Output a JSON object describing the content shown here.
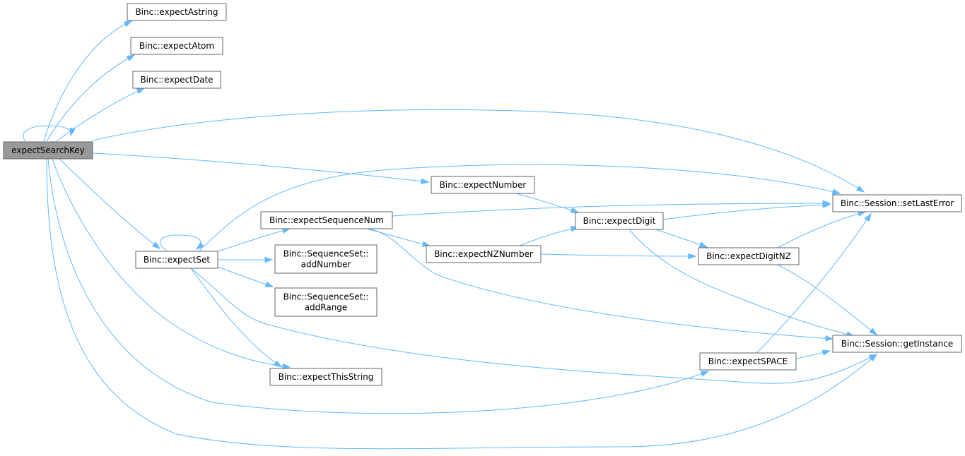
{
  "colors": {
    "edge": "#63b8ff",
    "node_border": "#666666",
    "root_fill": "#999999",
    "node_fill": "#ffffff"
  },
  "nodes": [
    {
      "id": "expectSearchKey",
      "lines": [
        "expectSearchKey"
      ],
      "root": true
    },
    {
      "id": "expectAstring",
      "lines": [
        "Binc::expectAstring"
      ]
    },
    {
      "id": "expectAtom",
      "lines": [
        "Binc::expectAtom"
      ]
    },
    {
      "id": "expectDate",
      "lines": [
        "Binc::expectDate"
      ]
    },
    {
      "id": "expectNumber",
      "lines": [
        "Binc::expectNumber"
      ]
    },
    {
      "id": "expectSet",
      "lines": [
        "Binc::expectSet"
      ]
    },
    {
      "id": "expectSequenceNum",
      "lines": [
        "Binc::expectSequenceNum"
      ]
    },
    {
      "id": "addNumber",
      "lines": [
        "Binc::SequenceSet::",
        "addNumber"
      ]
    },
    {
      "id": "addRange",
      "lines": [
        "Binc::SequenceSet::",
        "addRange"
      ]
    },
    {
      "id": "expectThisString",
      "lines": [
        "Binc::expectThisString"
      ]
    },
    {
      "id": "expectNZNumber",
      "lines": [
        "Binc::expectNZNumber"
      ]
    },
    {
      "id": "expectDigit",
      "lines": [
        "Binc::expectDigit"
      ]
    },
    {
      "id": "expectDigitNZ",
      "lines": [
        "Binc::expectDigitNZ"
      ]
    },
    {
      "id": "setLastError",
      "lines": [
        "Binc::Session::setLastError"
      ]
    },
    {
      "id": "getInstance",
      "lines": [
        "Binc::Session::getInstance"
      ]
    },
    {
      "id": "expectSPACE",
      "lines": [
        "Binc::expectSPACE"
      ]
    }
  ],
  "edges": [
    {
      "from": "expectSearchKey",
      "to": "expectSearchKey"
    },
    {
      "from": "expectSearchKey",
      "to": "expectAstring"
    },
    {
      "from": "expectSearchKey",
      "to": "expectAtom"
    },
    {
      "from": "expectSearchKey",
      "to": "expectDate"
    },
    {
      "from": "expectSearchKey",
      "to": "setLastError"
    },
    {
      "from": "expectSearchKey",
      "to": "expectNumber"
    },
    {
      "from": "expectSearchKey",
      "to": "expectSet"
    },
    {
      "from": "expectSearchKey",
      "to": "expectThisString"
    },
    {
      "from": "expectSearchKey",
      "to": "expectSPACE"
    },
    {
      "from": "expectSearchKey",
      "to": "getInstance"
    },
    {
      "from": "expectNumber",
      "to": "expectDigit"
    },
    {
      "from": "expectSet",
      "to": "expectSet"
    },
    {
      "from": "expectSet",
      "to": "setLastError"
    },
    {
      "from": "expectSet",
      "to": "expectSequenceNum"
    },
    {
      "from": "expectSet",
      "to": "addNumber"
    },
    {
      "from": "expectSet",
      "to": "addRange"
    },
    {
      "from": "expectSet",
      "to": "expectThisString"
    },
    {
      "from": "expectSet",
      "to": "getInstance"
    },
    {
      "from": "expectSequenceNum",
      "to": "setLastError"
    },
    {
      "from": "expectSequenceNum",
      "to": "expectNZNumber"
    },
    {
      "from": "expectSequenceNum",
      "to": "getInstance"
    },
    {
      "from": "expectNZNumber",
      "to": "expectDigit"
    },
    {
      "from": "expectNZNumber",
      "to": "expectDigitNZ"
    },
    {
      "from": "expectDigit",
      "to": "setLastError"
    },
    {
      "from": "expectDigit",
      "to": "expectDigitNZ"
    },
    {
      "from": "expectDigit",
      "to": "getInstance"
    },
    {
      "from": "expectDigitNZ",
      "to": "setLastError"
    },
    {
      "from": "expectDigitNZ",
      "to": "getInstance"
    },
    {
      "from": "expectSPACE",
      "to": "setLastError"
    },
    {
      "from": "expectSPACE",
      "to": "getInstance"
    }
  ]
}
